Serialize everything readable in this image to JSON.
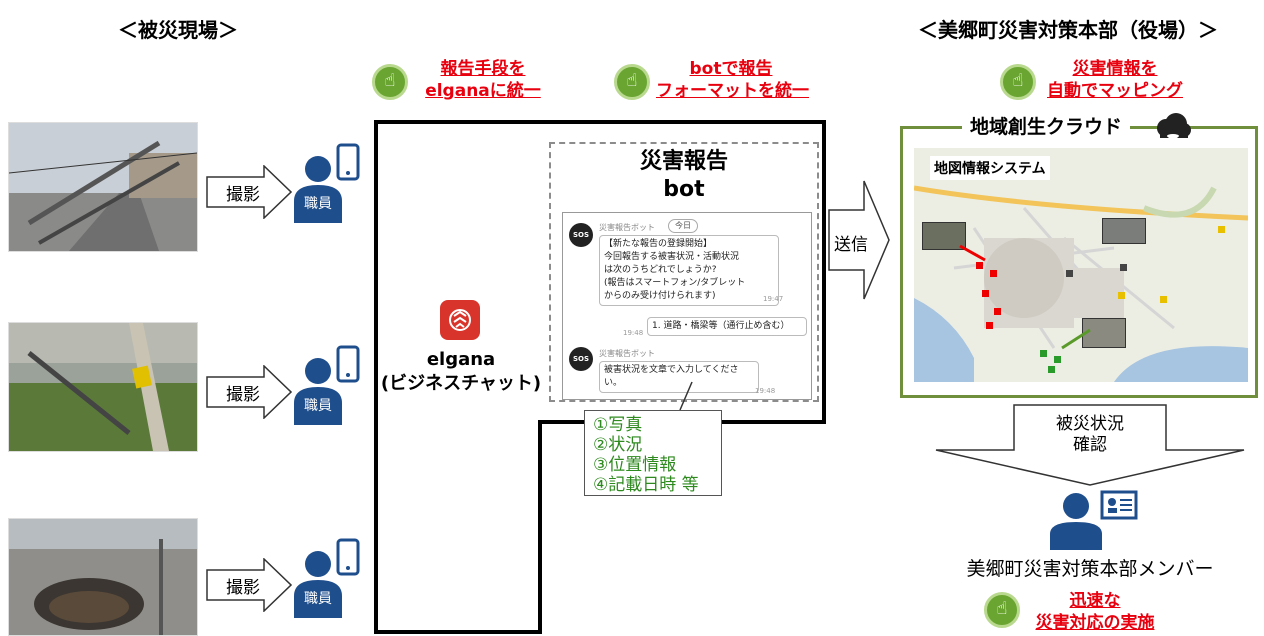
{
  "headers": {
    "left": "＜被災現場＞",
    "right": "＜美郷町災害対策本部（役場）＞"
  },
  "callouts": {
    "c1": {
      "line1": "報告手段を",
      "line2": "elganaに統一"
    },
    "c2": {
      "line1": "botで報告",
      "line2": "フォーマットを統一"
    },
    "c3": {
      "line1": "災害情報を",
      "line2": "自動でマッピング"
    },
    "c4": {
      "line1": "迅速な",
      "line2": "災害対応の実施"
    }
  },
  "field": {
    "action_label": "撮影",
    "staff_label": "職員"
  },
  "app": {
    "name": "elgana",
    "subtitle": "(ビジネスチャット)"
  },
  "bot": {
    "title_line1": "災害報告",
    "title_line2": "bot",
    "sender": "災害報告ボット",
    "today": "今日",
    "msg1": [
      "【新たな報告の登録開始】",
      "今回報告する被害状況・活動状況",
      "は次のうちどれでしょうか?",
      "(報告はスマートフォン/タブレット",
      "からのみ受け付けられます)"
    ],
    "time1": "19:47",
    "reply": "1. 道路・橋梁等（通行止め含む）",
    "time2": "19:48",
    "msg2": [
      "被害状況を文章で入力してくださ",
      "い。"
    ],
    "time3": "19:48"
  },
  "items": [
    "①写真",
    "②状況",
    "③位置情報",
    "④記載日時 等"
  ],
  "send_label": "送信",
  "cloud": {
    "title": "地域創生クラウド",
    "gis_label": "地図情報システム"
  },
  "confirm": {
    "line1": "被災状況",
    "line2": "確認"
  },
  "hq_member": "美郷町災害対策本部メンバー",
  "colors": {
    "callout_red": "#e8000f",
    "staff_blue": "#1f4e8c",
    "cloud_border": "#6f8f3d",
    "hand_green": "#6aa531",
    "item_green": "#2e8a1e",
    "elgana_red": "#d9342b"
  },
  "icons": [
    "pointing-hand-icon",
    "smartphone-icon",
    "person-icon",
    "cloud-icon",
    "id-card-icon",
    "elgana-logo-icon",
    "sos-icon"
  ]
}
